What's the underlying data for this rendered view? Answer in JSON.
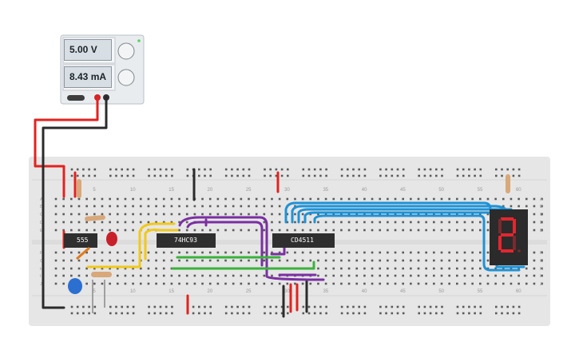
{
  "power_supply": {
    "voltage_display": "5.00 V",
    "current_display": "8.43 mA"
  },
  "breadboard": {
    "column_labels": [
      "5",
      "10",
      "15",
      "20",
      "25",
      "30",
      "35",
      "40",
      "45",
      "50",
      "55",
      "60"
    ],
    "row_labels_top": [
      "A",
      "B",
      "C",
      "D",
      "E"
    ],
    "row_labels_bottom": [
      "F",
      "G",
      "H",
      "I",
      "J"
    ]
  },
  "chips": {
    "timer": "555",
    "counter": "74HC93",
    "decoder": "CD4511"
  },
  "display": {
    "digit": "2"
  },
  "colors": {
    "wire_red": "#e3221e",
    "wire_black": "#2b2b2b",
    "wire_yellow": "#f1c81a",
    "wire_purple": "#7b2fa3",
    "wire_green": "#39b23b",
    "wire_blue": "#1e92d6",
    "segment_on": "#e3262e",
    "segment_off": "#7a2a2e"
  }
}
